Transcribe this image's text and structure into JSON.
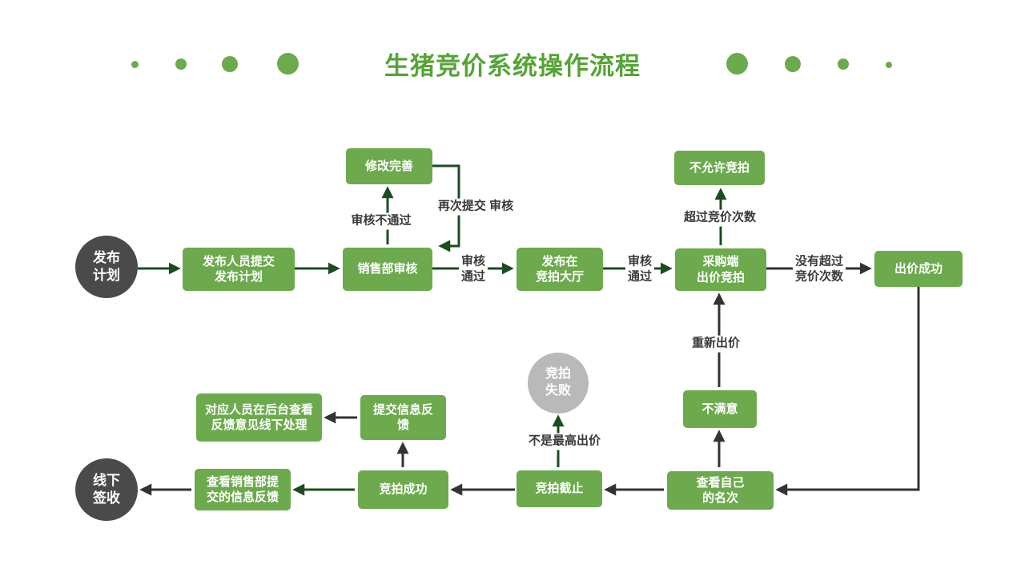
{
  "title": "生猪竞价系统操作流程",
  "colors": {
    "box_green": "#6caa4d",
    "title_green": "#55a436",
    "dot_green": "#6baa4d",
    "circle_dark": "#4a4a4a",
    "circle_gray": "#b9b9b9",
    "arrow_green": "#1b4d1f",
    "arrow_gray": "#333333",
    "edge_label_text": "#3a3a3a"
  },
  "nodes": {
    "publish_plan": {
      "label": "发布\n计划"
    },
    "submit_plan": {
      "label": "发布人员提交\n发布计划"
    },
    "sales_review": {
      "label": "销售部审核"
    },
    "modify": {
      "label": "修改完善"
    },
    "publish_hall": {
      "label": "发布在\n竞拍大厅"
    },
    "no_bid_allowed": {
      "label": "不允许竞拍"
    },
    "buyer_bid": {
      "label": "采购端\n出价竞拍"
    },
    "bid_success": {
      "label": "出价成功"
    },
    "not_satisfied": {
      "label": "不满意"
    },
    "view_rank": {
      "label": "查看自己\n的名次"
    },
    "auction_end": {
      "label": "竞拍截止"
    },
    "auction_fail": {
      "label": "竞拍\n失败"
    },
    "auction_success": {
      "label": "竞拍成功"
    },
    "submit_feedback": {
      "label": "提交信息反\n馈"
    },
    "backend_view": {
      "label": "对应人员在后台查看\n反馈意见线下处理"
    },
    "view_sales_feedback": {
      "label": "查看销售部提\n交的信息反馈"
    },
    "offline_sign": {
      "label": "线下\n签收"
    }
  },
  "edge_labels": {
    "review_fail": "审核不通过",
    "resubmit": "再次提交 审核",
    "review_pass_1": "审核\n通过",
    "review_pass_2": "审核\n通过",
    "exceed_count": "超过竞价次数",
    "not_exceed_count": "没有超过\n竞价次数",
    "rebid": "重新出价",
    "not_highest": "不是最高出价"
  }
}
